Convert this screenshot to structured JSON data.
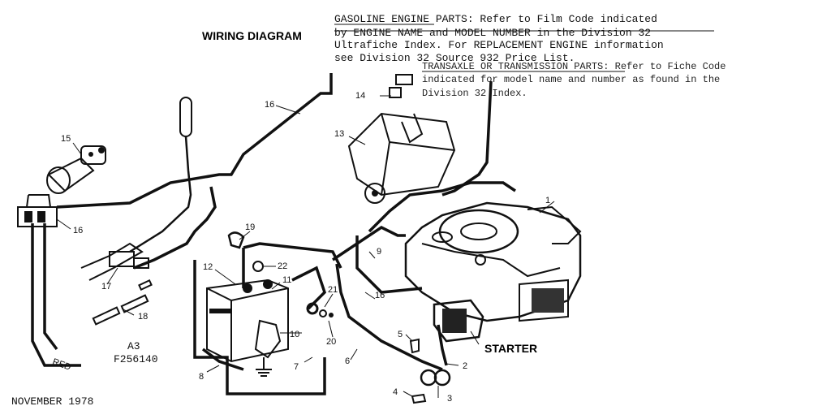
{
  "header": {
    "title": "WIRING DIAGRAM",
    "note_lines": [
      "GASOLINE ENGINE PARTS:  Refer to Film Code indicated",
      "by ENGINE NAME and MODEL NUMBER in the Division 32",
      "Ultrafiche Index.  For REPLACEMENT ENGINE information",
      "see Division 32 Source 932 Price List."
    ],
    "transaxle_lines": [
      "TRANSAXLE OR TRANSMISSION PARTS:  Refer to Fiche Code",
      "indicated for model name and number as found in the",
      "Division 32 Index."
    ]
  },
  "callouts": {
    "c1": "1",
    "c2": "2",
    "c3": "3",
    "c4": "4",
    "c5": "5",
    "c6": "6",
    "c7": "7",
    "c8": "8",
    "c9": "9",
    "c10": "10",
    "c11": "11",
    "c12": "12",
    "c13": "13",
    "c14": "14",
    "c15": "15",
    "c16a": "16",
    "c16b": "16",
    "c16c": "16",
    "c17": "17",
    "c18": "18",
    "c19": "19",
    "c20": "20",
    "c21": "21",
    "c22": "22"
  },
  "labels": {
    "starter": "STARTER",
    "red_wire": "RED",
    "model_a3": "A3",
    "part_number": "F256140",
    "date": "NOVEMBER 1978"
  }
}
